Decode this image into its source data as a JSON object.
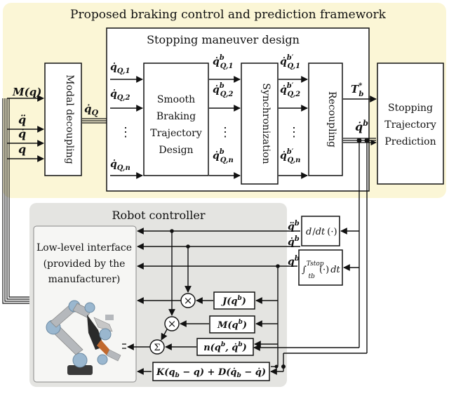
{
  "colors": {
    "framework_bg": "#fbf6d6",
    "controller_bg": "#e4e4e1",
    "line": "#111111",
    "box_fill": "#ffffff"
  },
  "framework": {
    "title": "Proposed braking control and prediction framework"
  },
  "stopping_design": {
    "title": "Stopping  maneuver design"
  },
  "inputs": {
    "m": "M(q)",
    "qdd": "q̈",
    "qd": "q̇",
    "q": "q"
  },
  "blocks": {
    "modal_decoupling": "Modal decoupling",
    "smooth_braking": [
      "Smooth",
      "Braking",
      "Trajectory",
      "Design"
    ],
    "synchronization": "Synchronization",
    "recoupling": "Recoupling",
    "prediction": [
      "Stopping",
      "Trajectory",
      "Prediction"
    ]
  },
  "signals": {
    "qdot_Q": "q̇Q",
    "qQ1": "q̇Q,1",
    "qQ2": "q̇Q,2",
    "qQn": "q̇Q,n",
    "qbQ1": "q̇bQ,1",
    "qbQ2": "q̇bQ,2",
    "qbQn": "q̇bQ,n",
    "qbpQ1": "q̇b′Q,1",
    "qbpQ2": "q̇b′Q,2",
    "qbpQn": "q̇b′Q,n",
    "Tb": "T*b",
    "qdot_b": "q̇b",
    "dots": "⋮"
  },
  "controller": {
    "title": "Robot controller",
    "interface": [
      "Low-level interface",
      "(provided by the",
      "manufacturer)"
    ],
    "sig_qddb": "q̈b",
    "sig_qdb": "q̇b",
    "sig_qb": "qb",
    "derivative": "d/dt (·)",
    "integral": "∫ Tstop tb (·) dt",
    "jacobian": "J(qb)",
    "mass": "M(qb)",
    "coriolis": "n(qb, q̇b)",
    "impedance": "K(qb − q) + D(q̇b − q̇)",
    "sum": "Σ",
    "product": "⊗"
  }
}
